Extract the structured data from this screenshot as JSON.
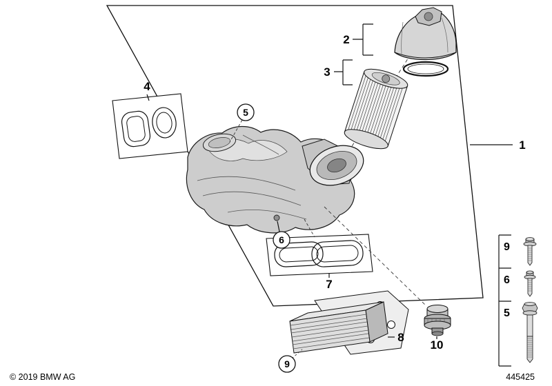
{
  "page": {
    "background": "#ffffff",
    "line_color": "#000000",
    "part_fill_light": "#e8e8e8",
    "part_fill_mid": "#cdcdcd",
    "part_fill_dark": "#9a9a9a"
  },
  "footer": {
    "copyright": "© 2019 BMW AG",
    "diagram_number": "445425"
  },
  "callouts": {
    "c1": "1",
    "c2": "2",
    "c3": "3",
    "c4": "4",
    "c5": "5",
    "c6": "6",
    "c7": "7",
    "c8": "8",
    "c9": "9",
    "c10": "10"
  },
  "fastener_table": {
    "rows": [
      {
        "label": "9",
        "icon": "torx-screw-icon"
      },
      {
        "label": "6",
        "icon": "torx-screw-icon"
      },
      {
        "label": "5",
        "icon": "hex-flange-bolt-icon"
      }
    ]
  },
  "icons": {
    "torx_screw": "torx-screw-icon",
    "hex_flange_bolt": "hex-flange-bolt-icon",
    "o_ring": "o-ring-icon"
  }
}
